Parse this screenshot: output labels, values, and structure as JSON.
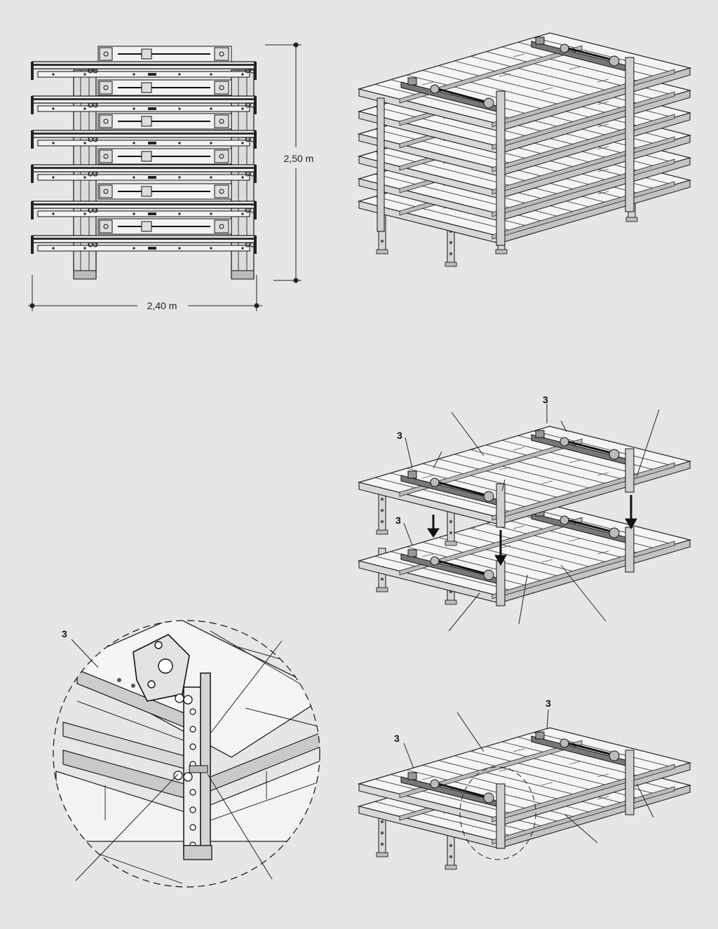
{
  "front_view": {
    "height_label": "2,50 m",
    "width_label": "2,40 m",
    "platform_count": 6
  },
  "stack_view": {
    "platform_count": 6
  },
  "stacking_step": {
    "callout_upper_left": "3",
    "callout_upper_right": "3",
    "callout_lower_left": "3"
  },
  "detail_view": {
    "callout": "3"
  },
  "stacked_pair": {
    "callout_left": "3",
    "callout_right": "3"
  }
}
